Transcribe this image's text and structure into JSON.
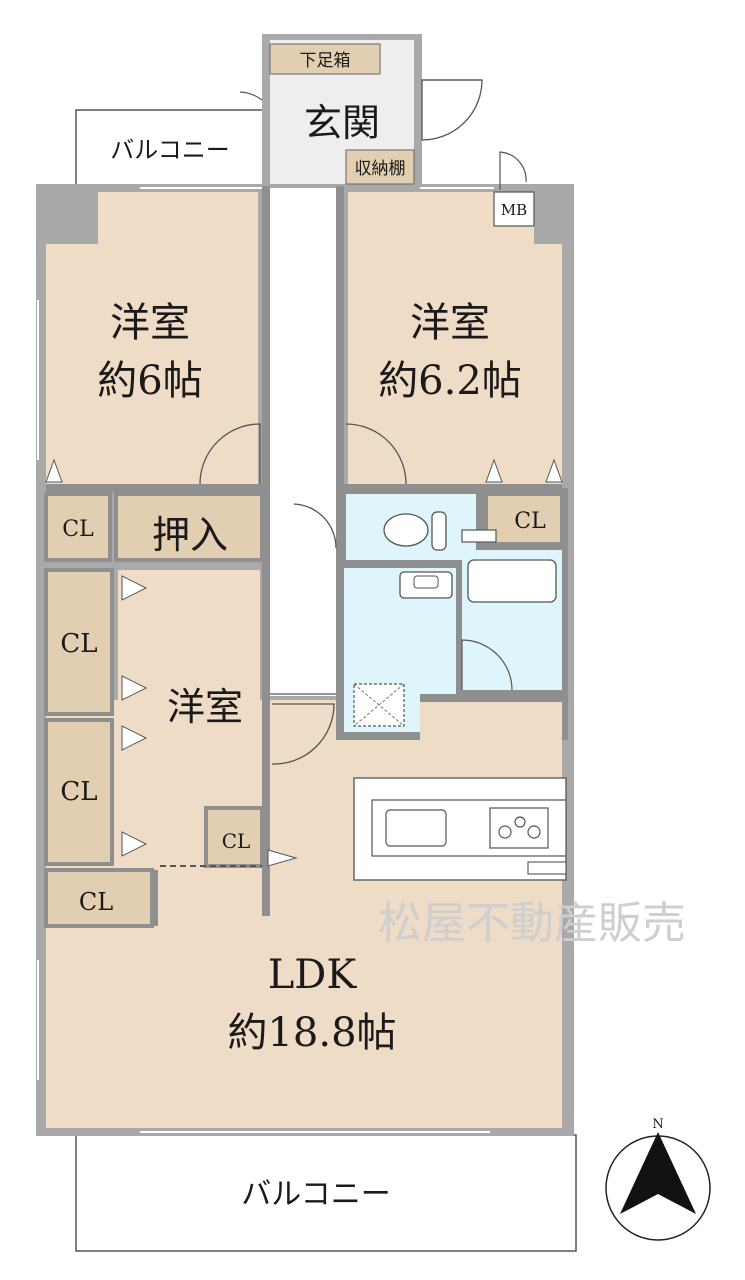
{
  "labels": {
    "entrance": "玄関",
    "shoe_box": "下足箱",
    "storage_shelf": "収納棚",
    "mb": "MB",
    "balcony_top": "バルコニー",
    "balcony_bottom": "バルコニー",
    "room_nw_name": "洋室",
    "room_nw_size": "約6帖",
    "room_ne_name": "洋室",
    "room_ne_size": "約6.2帖",
    "room_w_name": "洋室",
    "oshiire": "押入",
    "cl": "CL",
    "ldk_name": "LDK",
    "ldk_size": "約18.8帖",
    "watermark": "松屋不動産販売",
    "north": "N"
  },
  "colors": {
    "wall": "#a9a9a9",
    "room_floor": "#efdcc6",
    "closet": "#e2ceb0",
    "wet_area": "#def6fb",
    "corridor": "#ffffff",
    "entrance_floor": "#eeeeee",
    "line": "#555555",
    "watermark": "#cfcfcf"
  }
}
